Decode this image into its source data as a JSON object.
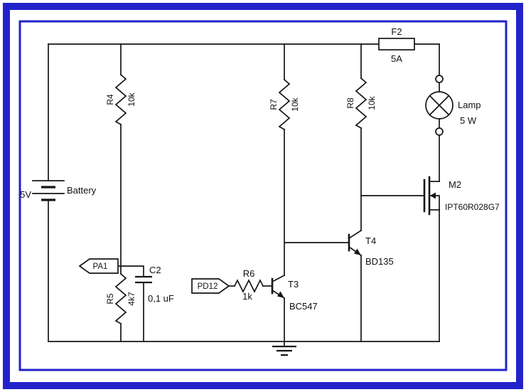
{
  "colors": {
    "frame_blue": "#2222cc",
    "line_black": "#151515"
  },
  "diagram": {
    "battery": {
      "value": "5V",
      "name": "Battery"
    },
    "resistors": {
      "r4": {
        "ref": "R4",
        "value": "10k"
      },
      "r5": {
        "ref": "R5",
        "value": "4k7"
      },
      "r6": {
        "ref": "R6",
        "value": "1k"
      },
      "r7": {
        "ref": "R7",
        "value": "10k"
      },
      "r8": {
        "ref": "R8",
        "value": "10k"
      }
    },
    "capacitor_c2": {
      "ref": "C2",
      "value": "0,1 uF"
    },
    "fuse_f2": {
      "ref": "F2",
      "value": "5A"
    },
    "lamp": {
      "ref": "Lamp",
      "value": "5 W"
    },
    "mosfet_m2": {
      "ref": "M2",
      "value": "IPT60R028G7"
    },
    "transistor_t3": {
      "ref": "T3",
      "value": "BC547"
    },
    "transistor_t4": {
      "ref": "T4",
      "value": "BD135"
    },
    "tag_pa1": {
      "label": "PA1"
    },
    "tag_pd12": {
      "label": "PD12"
    }
  }
}
